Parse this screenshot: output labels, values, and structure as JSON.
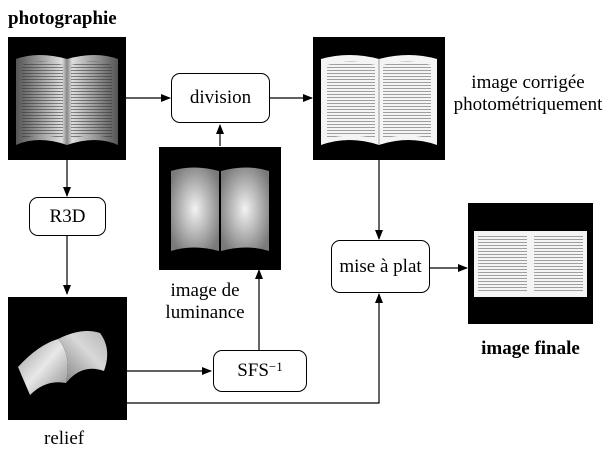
{
  "labels": {
    "photographie": "photographie",
    "corrected_line1": "image corrigée",
    "corrected_line2": "photométriquement",
    "luminance_line1": "image de",
    "luminance_line2": "luminance",
    "final": "image finale",
    "relief": "relief"
  },
  "boxes": {
    "division": "division",
    "r3d": "R3D",
    "mise_a_plat": "mise à plat",
    "sfs": "SFS",
    "sfs_exponent": "−1"
  },
  "icons": {
    "photo": "open-book-photo-icon",
    "corrected": "corrected-book-image-icon",
    "luminance": "luminance-map-icon",
    "relief": "relief-surface-icon",
    "final": "flattened-page-icon"
  }
}
